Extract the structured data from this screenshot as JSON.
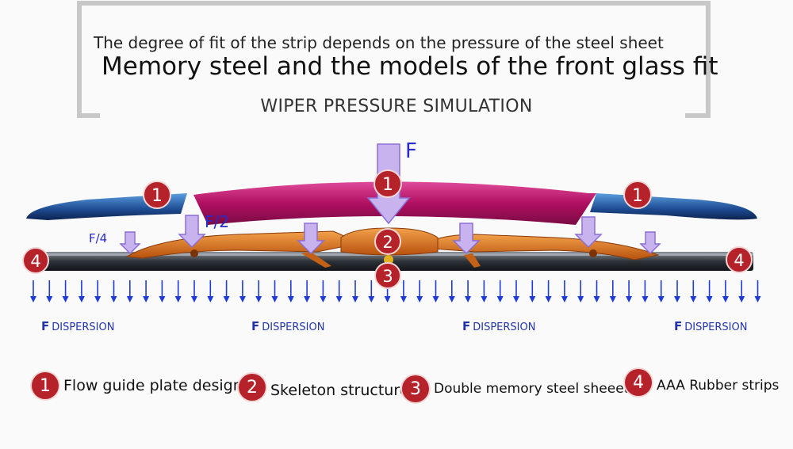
{
  "header": {
    "subtitle": "The degree of fit of the strip depends on the pressure of the steel sheet",
    "title": "Memory steel and the models of the front glass fit",
    "simulation_title": "WIPER PRESSURE SIMULATION"
  },
  "forces": {
    "main": "F",
    "half": "F/2",
    "quarter": "F/4"
  },
  "dispersion_labels": [
    {
      "prefix": "F",
      "text": "DISPERSION"
    },
    {
      "prefix": "F",
      "text": "DISPERSION"
    },
    {
      "prefix": "F",
      "text": "DISPERSION"
    },
    {
      "prefix": "F",
      "text": "DISPERSION"
    }
  ],
  "markers": {
    "one": "1",
    "two": "2",
    "three": "3",
    "four": "4"
  },
  "legend": [
    {
      "number": "1",
      "label": "Flow guide plate design"
    },
    {
      "number": "2",
      "label": "Skeleton structure"
    },
    {
      "number": "3",
      "label": "Double memory steel sheeet"
    },
    {
      "number": "4",
      "label": "AAA Rubber strips"
    }
  ],
  "colors": {
    "marker": "#b5222a",
    "arrow_fill": "#c9b3ef",
    "arrow_stroke": "#8a6fd6",
    "dispersion_arrow": "#1f3bd6",
    "spoiler_center": "#c21b6e",
    "spoiler_side": "#1f4f9a",
    "skeleton": "#d9701f",
    "rubber_strip": "#3a3f46"
  }
}
